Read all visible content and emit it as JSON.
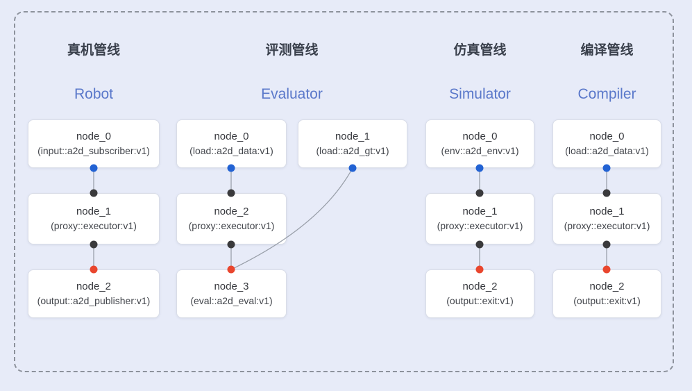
{
  "figure": {
    "pipelines": [
      {
        "id": "robot",
        "title_zh": "真机管线",
        "title_en": "Robot",
        "nodes": [
          {
            "name": "node_0",
            "impl": "(input::a2d_subscriber:v1)"
          },
          {
            "name": "node_1",
            "impl": "(proxy::executor:v1)"
          },
          {
            "name": "node_2",
            "impl": "(output::a2d_publisher:v1)"
          }
        ]
      },
      {
        "id": "evaluator",
        "title_zh": "评测管线",
        "title_en": "Evaluator",
        "nodes": [
          {
            "name": "node_0",
            "impl": "(load::a2d_data:v1)"
          },
          {
            "name": "node_1",
            "impl": "(load::a2d_gt:v1)"
          },
          {
            "name": "node_2",
            "impl": "(proxy::executor:v1)"
          },
          {
            "name": "node_3",
            "impl": "(eval::a2d_eval:v1)"
          }
        ]
      },
      {
        "id": "simulator",
        "title_zh": "仿真管线",
        "title_en": "Simulator",
        "nodes": [
          {
            "name": "node_0",
            "impl": "(env::a2d_env:v1)"
          },
          {
            "name": "node_1",
            "impl": "(proxy::executor:v1)"
          },
          {
            "name": "node_2",
            "impl": "(output::exit:v1)"
          }
        ]
      },
      {
        "id": "compiler",
        "title_zh": "编译管线",
        "title_en": "Compiler",
        "nodes": [
          {
            "name": "node_0",
            "impl": "(load::a2d_data:v1)"
          },
          {
            "name": "node_1",
            "impl": "(proxy::executor:v1)"
          },
          {
            "name": "node_2",
            "impl": "(output::exit:v1)"
          }
        ]
      }
    ],
    "colors": {
      "input_port": "#2262d3",
      "internal_port": "#3a3a3c",
      "output_port": "#e9462e",
      "subtitle_blue": "#5a78ca",
      "edge_gray": "#9aa0aa"
    }
  }
}
